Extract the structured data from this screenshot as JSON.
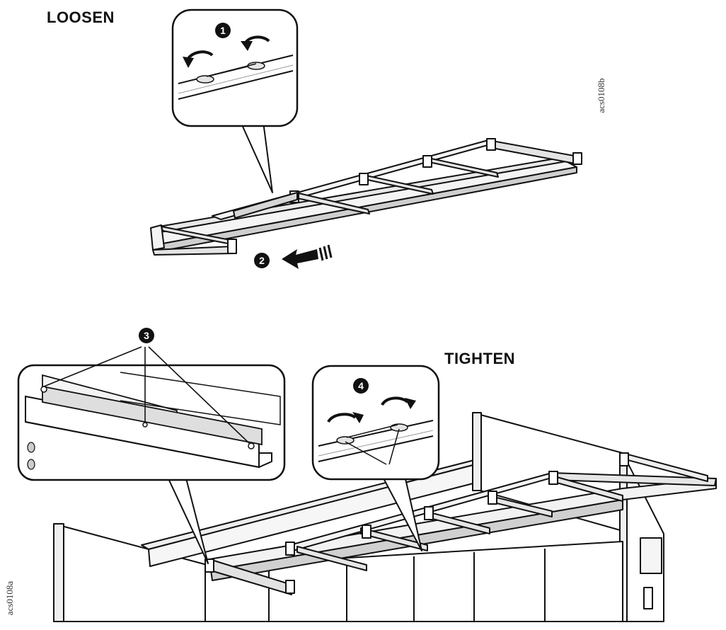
{
  "labels": {
    "loosen": "LOOSEN",
    "tighten": "TIGHTEN",
    "figure_code_top": "acs0108b",
    "figure_code_bottom": "acs0108a"
  },
  "callouts": [
    {
      "number": "1"
    },
    {
      "number": "2"
    },
    {
      "number": "3"
    },
    {
      "number": "4"
    }
  ],
  "colors": {
    "line": "#111111",
    "fill": "#ffffff",
    "shade": "#dcdcdc",
    "bg": "#ffffff"
  }
}
